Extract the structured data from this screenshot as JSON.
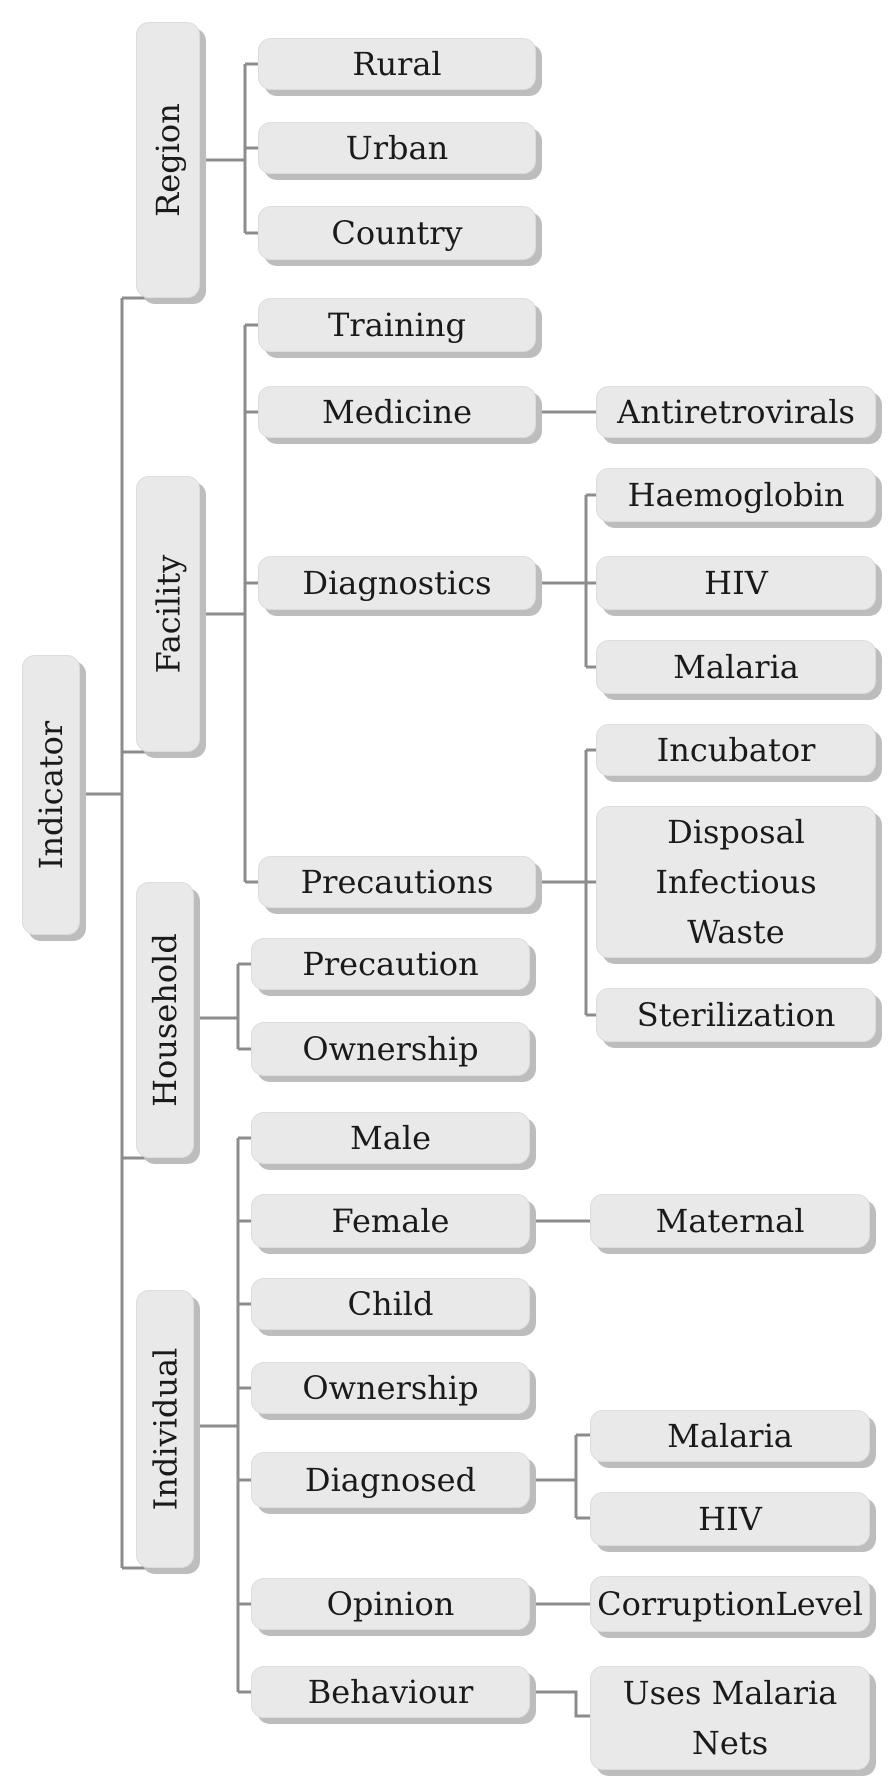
{
  "diagram": {
    "root": "Indicator",
    "groups": {
      "region": "Region",
      "facility": "Facility",
      "household": "Household",
      "individual": "Individual"
    },
    "region": {
      "rural": "Rural",
      "urban": "Urban",
      "country": "Country"
    },
    "facility": {
      "training": "Training",
      "medicine": "Medicine",
      "antiretrovirals": "Antiretrovirals",
      "diagnostics": "Diagnostics",
      "haemoglobin": "Haemoglobin",
      "hiv": "HIV",
      "malaria": "Malaria",
      "precautions": "Precautions",
      "incubator": "Incubator",
      "disposal": "Disposal\nInfectious\nWaste",
      "sterilization": "Sterilization"
    },
    "household": {
      "precaution": "Precaution",
      "ownership": "Ownership"
    },
    "individual": {
      "male": "Male",
      "female": "Female",
      "maternal": "Maternal",
      "child": "Child",
      "ownership": "Ownership",
      "diagnosed": "Diagnosed",
      "malaria": "Malaria",
      "hiv": "HIV",
      "opinion": "Opinion",
      "corruption": "CorruptionLevel",
      "behaviour": "Behaviour",
      "nets": "Uses Malaria\nNets"
    }
  },
  "colors": {
    "node_fill": "#e9e9e9",
    "node_shadow": "#bdbdbd",
    "connector": "#8c8c8c",
    "text": "#1a1a1a"
  }
}
